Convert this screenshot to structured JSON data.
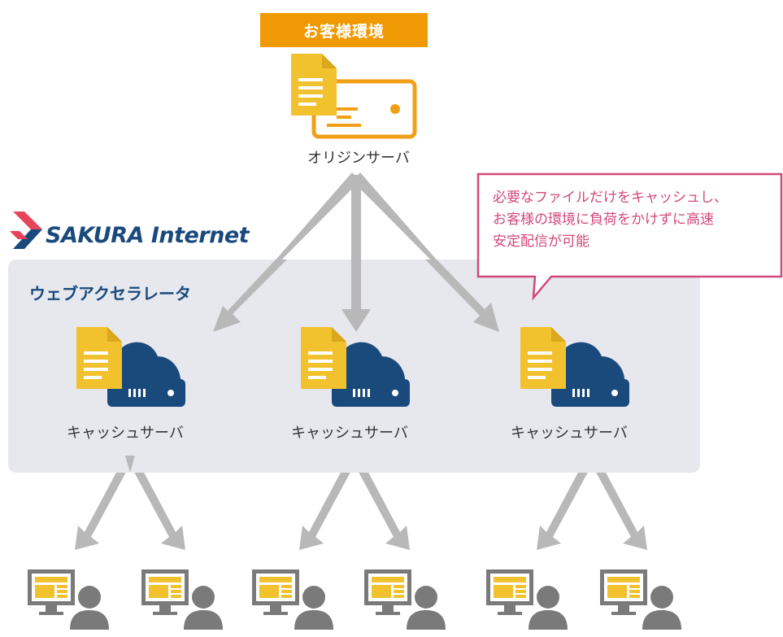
{
  "header": {
    "badge_label": "お客様環境"
  },
  "origin": {
    "label": "オリジンサーバ",
    "icon": "origin-server-icon"
  },
  "brand": {
    "logo_text": "SAKURA Internet",
    "icon": "sakura-logo-icon"
  },
  "accelerator": {
    "title": "ウェブアクセラレータ"
  },
  "cache_servers": [
    {
      "label": "キャッシュサーバ",
      "icon": "cache-server-icon"
    },
    {
      "label": "キャッシュサーバ",
      "icon": "cache-server-icon"
    },
    {
      "label": "キャッシュサーバ",
      "icon": "cache-server-icon"
    }
  ],
  "callout": {
    "lines": [
      "必要なファイルだけをキャッシュし、",
      "お客様の環境に負荷をかけずに高速",
      "安定配信が可能"
    ]
  },
  "users": {
    "count": 6,
    "icon": "user-at-monitor-icon"
  },
  "colors": {
    "badge": "#ef9a05",
    "origin_orange": "#f0a018",
    "document_yellow": "#f2c12e",
    "server_navy": "#1a4a7c",
    "panel_gray": "#e6e8ee",
    "arrow_gray": "#b8b8b8",
    "callout_pink": "#d2487a",
    "person_gray": "#7a7a7a",
    "logo_red": "#e8455a"
  }
}
